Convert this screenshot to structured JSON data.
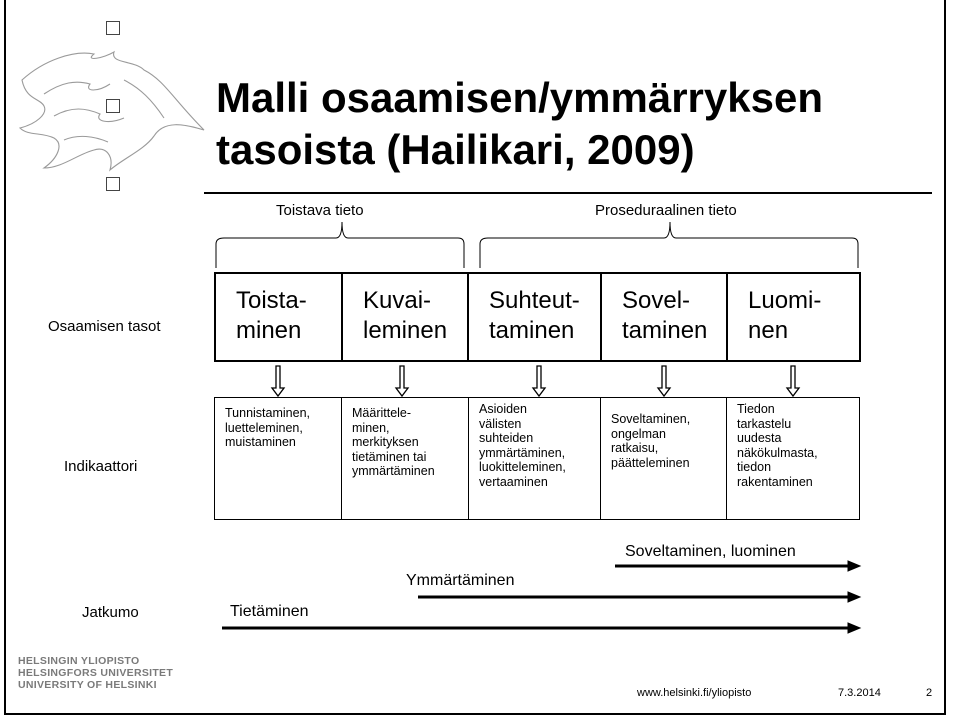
{
  "title": "Malli osaamisen/ymmärryksen tasoista (Hailikari, 2009)",
  "groups": {
    "left": "Toistava tieto",
    "right": "Proseduraalinen tieto"
  },
  "row_labels": {
    "levels": "Osaamisen tasot",
    "indicator": "Indikaattori",
    "continuum": "Jatkumo"
  },
  "levels": [
    {
      "label": "Toista-\nminen",
      "indicator": "Tunnistaminen,\nluetteleminen,\nmuistaminen"
    },
    {
      "label": "Kuvai-\nleminen",
      "indicator": "Määrittele-\nminen,\nmerkityksen\ntietäminen tai\nymmärtäminen"
    },
    {
      "label": "Suhteut-\ntaminen",
      "indicator": "Asioiden\nvälisten\nsuhteiden\nymmärtäminen,\nluokitteleminen,\nvertaaminen"
    },
    {
      "label": "Sovel-\ntaminen",
      "indicator": "Soveltaminen,\nongelman\nratkaisu,\npäätteleminen"
    },
    {
      "label": "Luomi-\nnen",
      "indicator": "Tiedon\ntarkastelu\nuudesta\nnäkökulmasta,\ntiedon\nrakentaminen"
    }
  ],
  "continuum": [
    {
      "label": "Soveltaminen, luominen"
    },
    {
      "label": "Ymmärtäminen"
    },
    {
      "label": "Tietäminen"
    }
  ],
  "footer": {
    "logo_lines": [
      "HELSINGIN YLIOPISTO",
      "HELSINGFORS UNIVERSITET",
      "UNIVERSITY OF HELSINKI"
    ],
    "url": "www.helsinki.fi/yliopisto",
    "date": "7.3.2014",
    "page": "2"
  }
}
